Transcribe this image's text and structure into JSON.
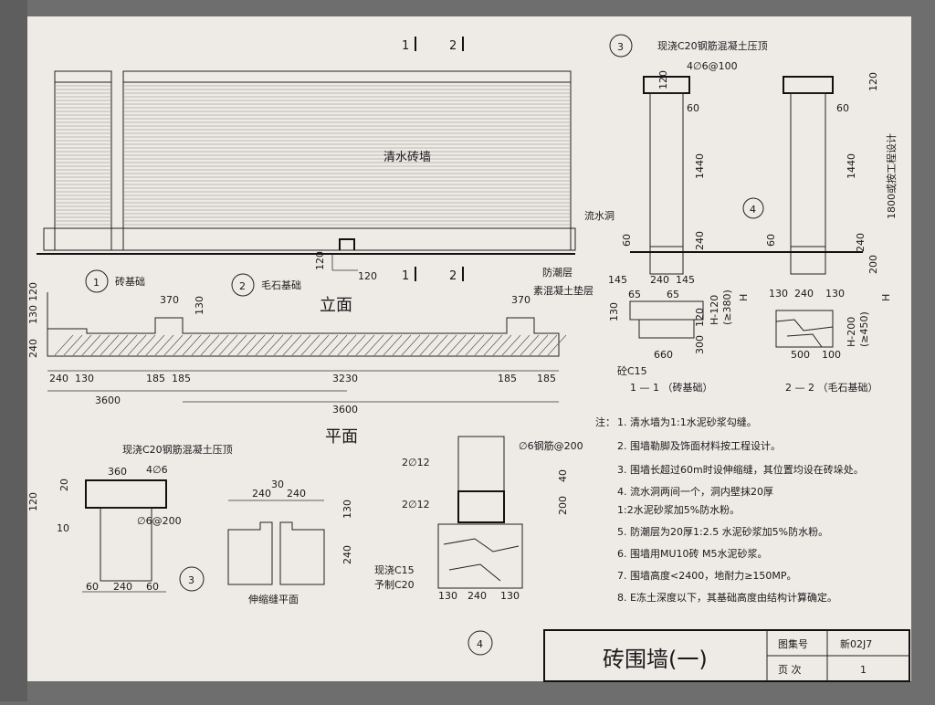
{
  "elevation": {
    "title": "立面",
    "wall_label": "清水砖墙",
    "cut_labels": [
      "1",
      "2",
      "1",
      "2"
    ],
    "step_dims": [
      "120",
      "120"
    ]
  },
  "plan": {
    "title": "平面",
    "callouts": [
      {
        "num": "1",
        "label": "砖基础"
      },
      {
        "num": "2",
        "label": "毛石基础"
      }
    ],
    "dims_top": [
      "370",
      "130",
      "370"
    ],
    "dims_left": [
      "240",
      "130",
      "120"
    ],
    "dims_bottom": [
      "240",
      "130",
      "185",
      "185",
      "3230",
      "185",
      "185"
    ],
    "overall": [
      "3600",
      "3600"
    ]
  },
  "section_top": {
    "callout": "3",
    "coping_label": "现浇C20钢筋混凝土压顶",
    "rebar": "4∅6@100",
    "drain_label": "流水洞",
    "dpc_label": "防潮层",
    "pad_label": "素混凝土垫层",
    "concrete": "砼C15",
    "callout2": "4",
    "height_note": "1800或按工程设计",
    "dims": [
      "120",
      "60",
      "1440",
      "60",
      "240",
      "145",
      "240",
      "145",
      "65",
      "65",
      "130",
      "120",
      "300",
      "660",
      "H-120",
      "(≥380)",
      "H",
      "120",
      "60",
      "1440",
      "240",
      "60",
      "200",
      "130",
      "240",
      "130",
      "H-200",
      "(≥450)",
      "H",
      "500",
      "100"
    ],
    "title1": "1 — 1 （砖基础）",
    "title2": "2 — 2 （毛石基础）"
  },
  "detail3": {
    "label": "现浇C20钢筋混凝土压顶",
    "dims": [
      "360",
      "4∅6",
      "∅6@200",
      "20",
      "120",
      "10",
      "60",
      "240",
      "60"
    ],
    "callout": "3",
    "joint_label": "伸缩缝平面",
    "joint_dims": [
      "240",
      "30",
      "240",
      "130",
      "240"
    ]
  },
  "detail4": {
    "rebar1": "2∅12",
    "rebar2": "2∅12",
    "stirrup": "∅6钢筋@200",
    "dims": [
      "40",
      "200",
      "130",
      "240",
      "130"
    ],
    "conc": "现浇C15",
    "conc2": "予制C20",
    "callout": "4"
  },
  "notes": {
    "head": "注：",
    "items": [
      "1. 清水墙为1:1水泥砂浆勾缝。",
      "2. 围墙勒脚及饰面材料按工程设计。",
      "3. 围墙长超过60m时设伸缩缝，其位置均设在砖垛处。",
      "4. 流水洞两间一个，洞内壁抹20厚",
      "   1:2水泥砂浆加5%防水粉。",
      "5. 防潮层为20厚1:2.5 水泥砂浆加5%防水粉。",
      "6. 围墙用MU10砖 M5水泥砂浆。",
      "7. 围墙高度<2400，地耐力≥150MP。",
      "8. E冻土深度以下，其基础高度由结构计算确定。"
    ]
  },
  "titleblock": {
    "title": "砖围墙(一)",
    "atlas_label": "图集号",
    "atlas_value": "新02J7",
    "page_label": "页 次",
    "page_value": "1"
  }
}
